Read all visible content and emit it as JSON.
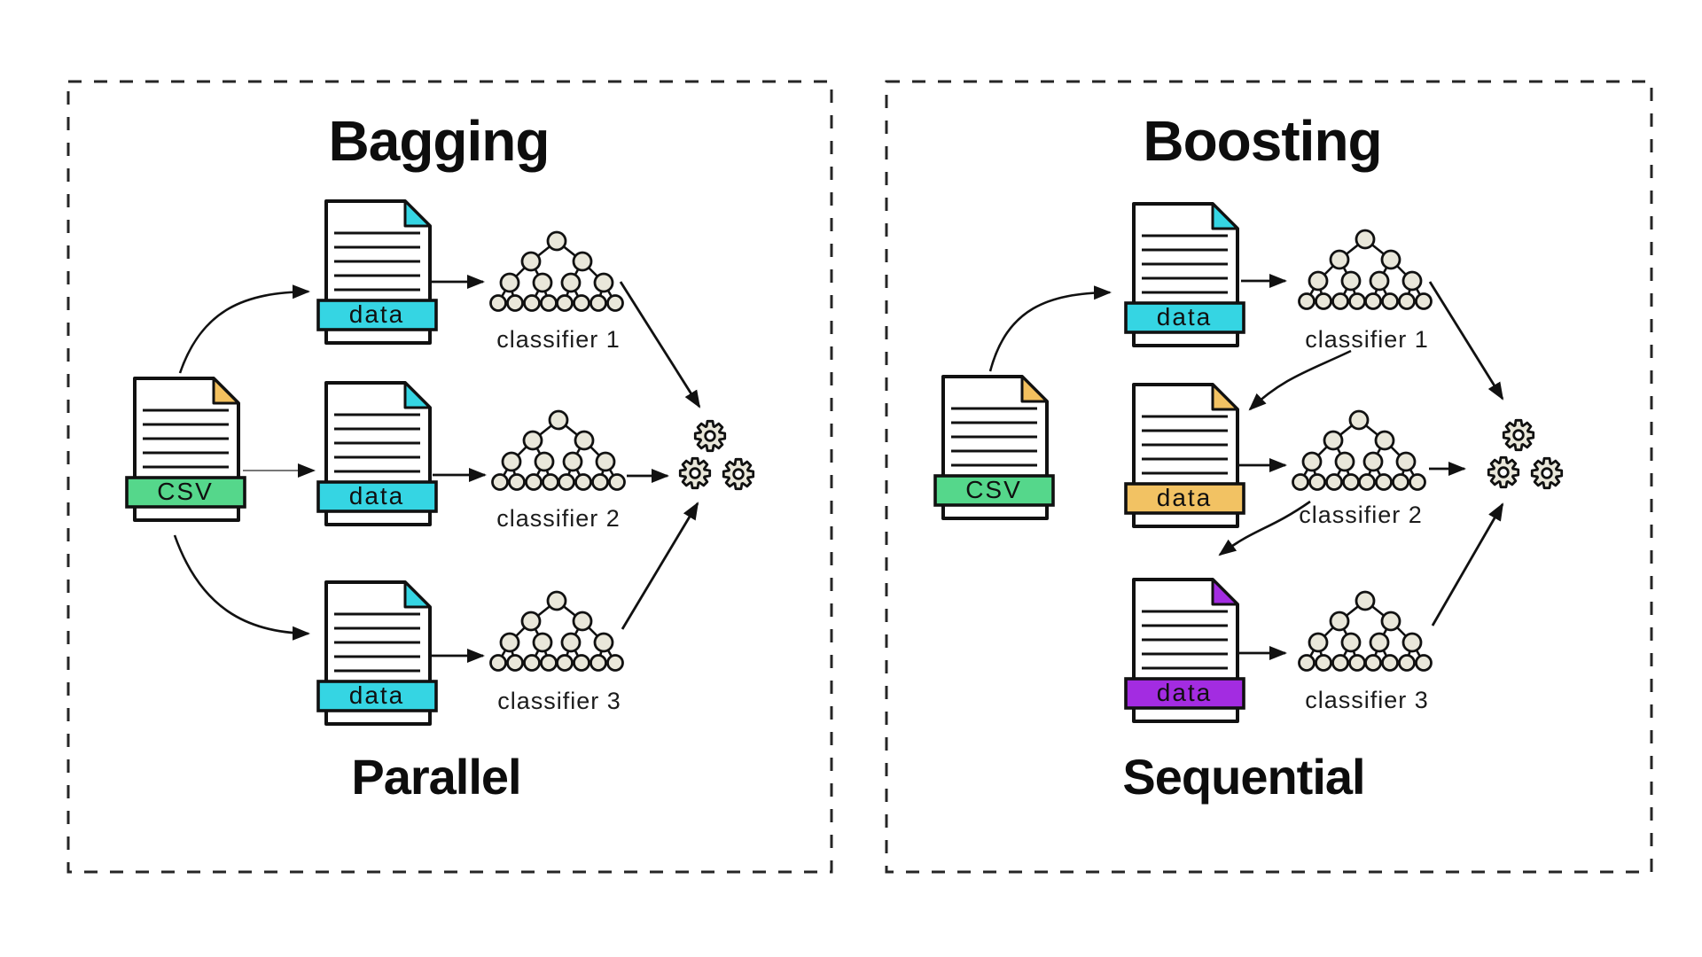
{
  "diagram": {
    "background": "#ffffff",
    "stroke_color": "#111111",
    "node_fill": "#e9e7da",
    "panels": [
      {
        "title": "Bagging",
        "subtitle": "Parallel",
        "source": {
          "label": "CSV",
          "banner_color": "#55d78b",
          "corner_color": "#f3c05e",
          "icon": "csv-file-icon"
        },
        "datasets": [
          {
            "label": "data",
            "banner_color": "#35d5e3",
            "corner_color": "#35d5e3"
          },
          {
            "label": "data",
            "banner_color": "#35d5e3",
            "corner_color": "#35d5e3"
          },
          {
            "label": "data",
            "banner_color": "#35d5e3",
            "corner_color": "#35d5e3"
          }
        ],
        "classifiers": [
          {
            "label": "classifier 1",
            "icon": "decision-tree-icon"
          },
          {
            "label": "classifier 2",
            "icon": "decision-tree-icon"
          },
          {
            "label": "classifier 3",
            "icon": "decision-tree-icon"
          }
        ],
        "aggregator_icon": "gears-icon"
      },
      {
        "title": "Boosting",
        "subtitle": "Sequential",
        "source": {
          "label": "CSV",
          "banner_color": "#55d78b",
          "corner_color": "#f3c05e",
          "icon": "csv-file-icon"
        },
        "datasets": [
          {
            "label": "data",
            "banner_color": "#35d5e3",
            "corner_color": "#35d5e3"
          },
          {
            "label": "data",
            "banner_color": "#f2c263",
            "corner_color": "#f2c263"
          },
          {
            "label": "data",
            "banner_color": "#a32ce1",
            "corner_color": "#a32ce1"
          }
        ],
        "classifiers": [
          {
            "label": "classifier 1",
            "icon": "decision-tree-icon"
          },
          {
            "label": "classifier 2",
            "icon": "decision-tree-icon"
          },
          {
            "label": "classifier 3",
            "icon": "decision-tree-icon"
          }
        ],
        "aggregator_icon": "gears-icon"
      }
    ]
  }
}
